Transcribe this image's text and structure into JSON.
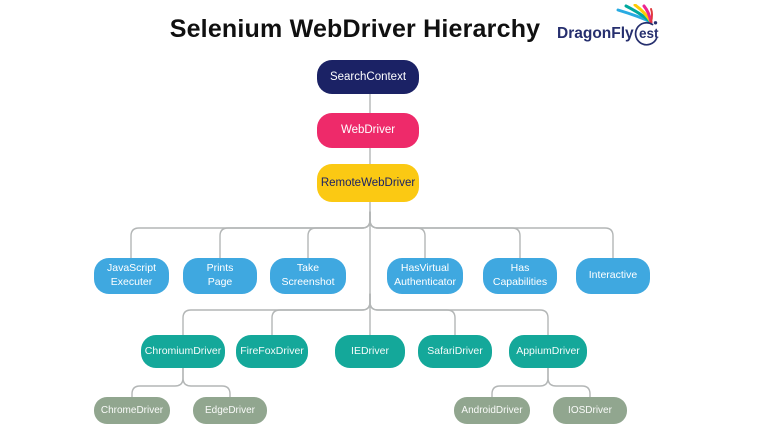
{
  "title": "Selenium WebDriver Hierarchy",
  "logo": {
    "brand": "DragonFly",
    "suffix": "est",
    "icon": "dragonfly-feather-fan-and-swirl",
    "feather_colors": [
      "#29abe2",
      "#00a99d",
      "#ffcb05",
      "#ec268f",
      "#e03a3e"
    ]
  },
  "colors": {
    "navy": "#1b2265",
    "pink": "#ee2a6a",
    "yellow": "#fbc913",
    "blue": "#3fa8e0",
    "teal": "#14a89a",
    "sage": "#91a68f",
    "connector": "#b3b6b6",
    "logo-navy": "#262f6e"
  },
  "nodes": {
    "search_context": {
      "label": "SearchContext",
      "color": "navy"
    },
    "web_driver": {
      "label": "WebDriver",
      "color": "pink"
    },
    "remote_web_driver": {
      "label": "RemoteWebDriver",
      "color": "yellow"
    },
    "javascript_executer": {
      "label": "JavaScript\nExecuter",
      "color": "blue"
    },
    "prints_page": {
      "label": "Prints\nPage",
      "color": "blue"
    },
    "take_screenshot": {
      "label": "Take\nScreenshot",
      "color": "blue"
    },
    "has_virtual_authenticator": {
      "label": "HasVirtual\nAuthenticator",
      "color": "blue"
    },
    "has_capabilities": {
      "label": "Has\nCapabilities",
      "color": "blue"
    },
    "interactive": {
      "label": "Interactive",
      "color": "blue"
    },
    "chromium_driver": {
      "label": "ChromiumDriver",
      "color": "teal"
    },
    "firefox_driver": {
      "label": "FireFoxDriver",
      "color": "teal"
    },
    "ie_driver": {
      "label": "IEDriver",
      "color": "teal"
    },
    "safari_driver": {
      "label": "SafariDriver",
      "color": "teal"
    },
    "appium_driver": {
      "label": "AppiumDriver",
      "color": "teal"
    },
    "chrome_driver": {
      "label": "ChromeDriver",
      "color": "sage"
    },
    "edge_driver": {
      "label": "EdgeDriver",
      "color": "sage"
    },
    "android_driver": {
      "label": "AndroidDriver",
      "color": "sage"
    },
    "ios_driver": {
      "label": "IOSDriver",
      "color": "sage"
    }
  },
  "hierarchy": {
    "SearchContext": [
      "WebDriver"
    ],
    "WebDriver": [
      "RemoteWebDriver"
    ],
    "RemoteWebDriver": [
      "JavaScript Executer",
      "Prints Page",
      "Take Screenshot",
      "HasVirtual Authenticator",
      "Has Capabilities",
      "Interactive",
      "ChromiumDriver",
      "FireFoxDriver",
      "IEDriver",
      "SafariDriver",
      "AppiumDriver"
    ],
    "ChromiumDriver": [
      "ChromeDriver",
      "EdgeDriver"
    ],
    "AppiumDriver": [
      "AndroidDriver",
      "IOSDriver"
    ]
  }
}
